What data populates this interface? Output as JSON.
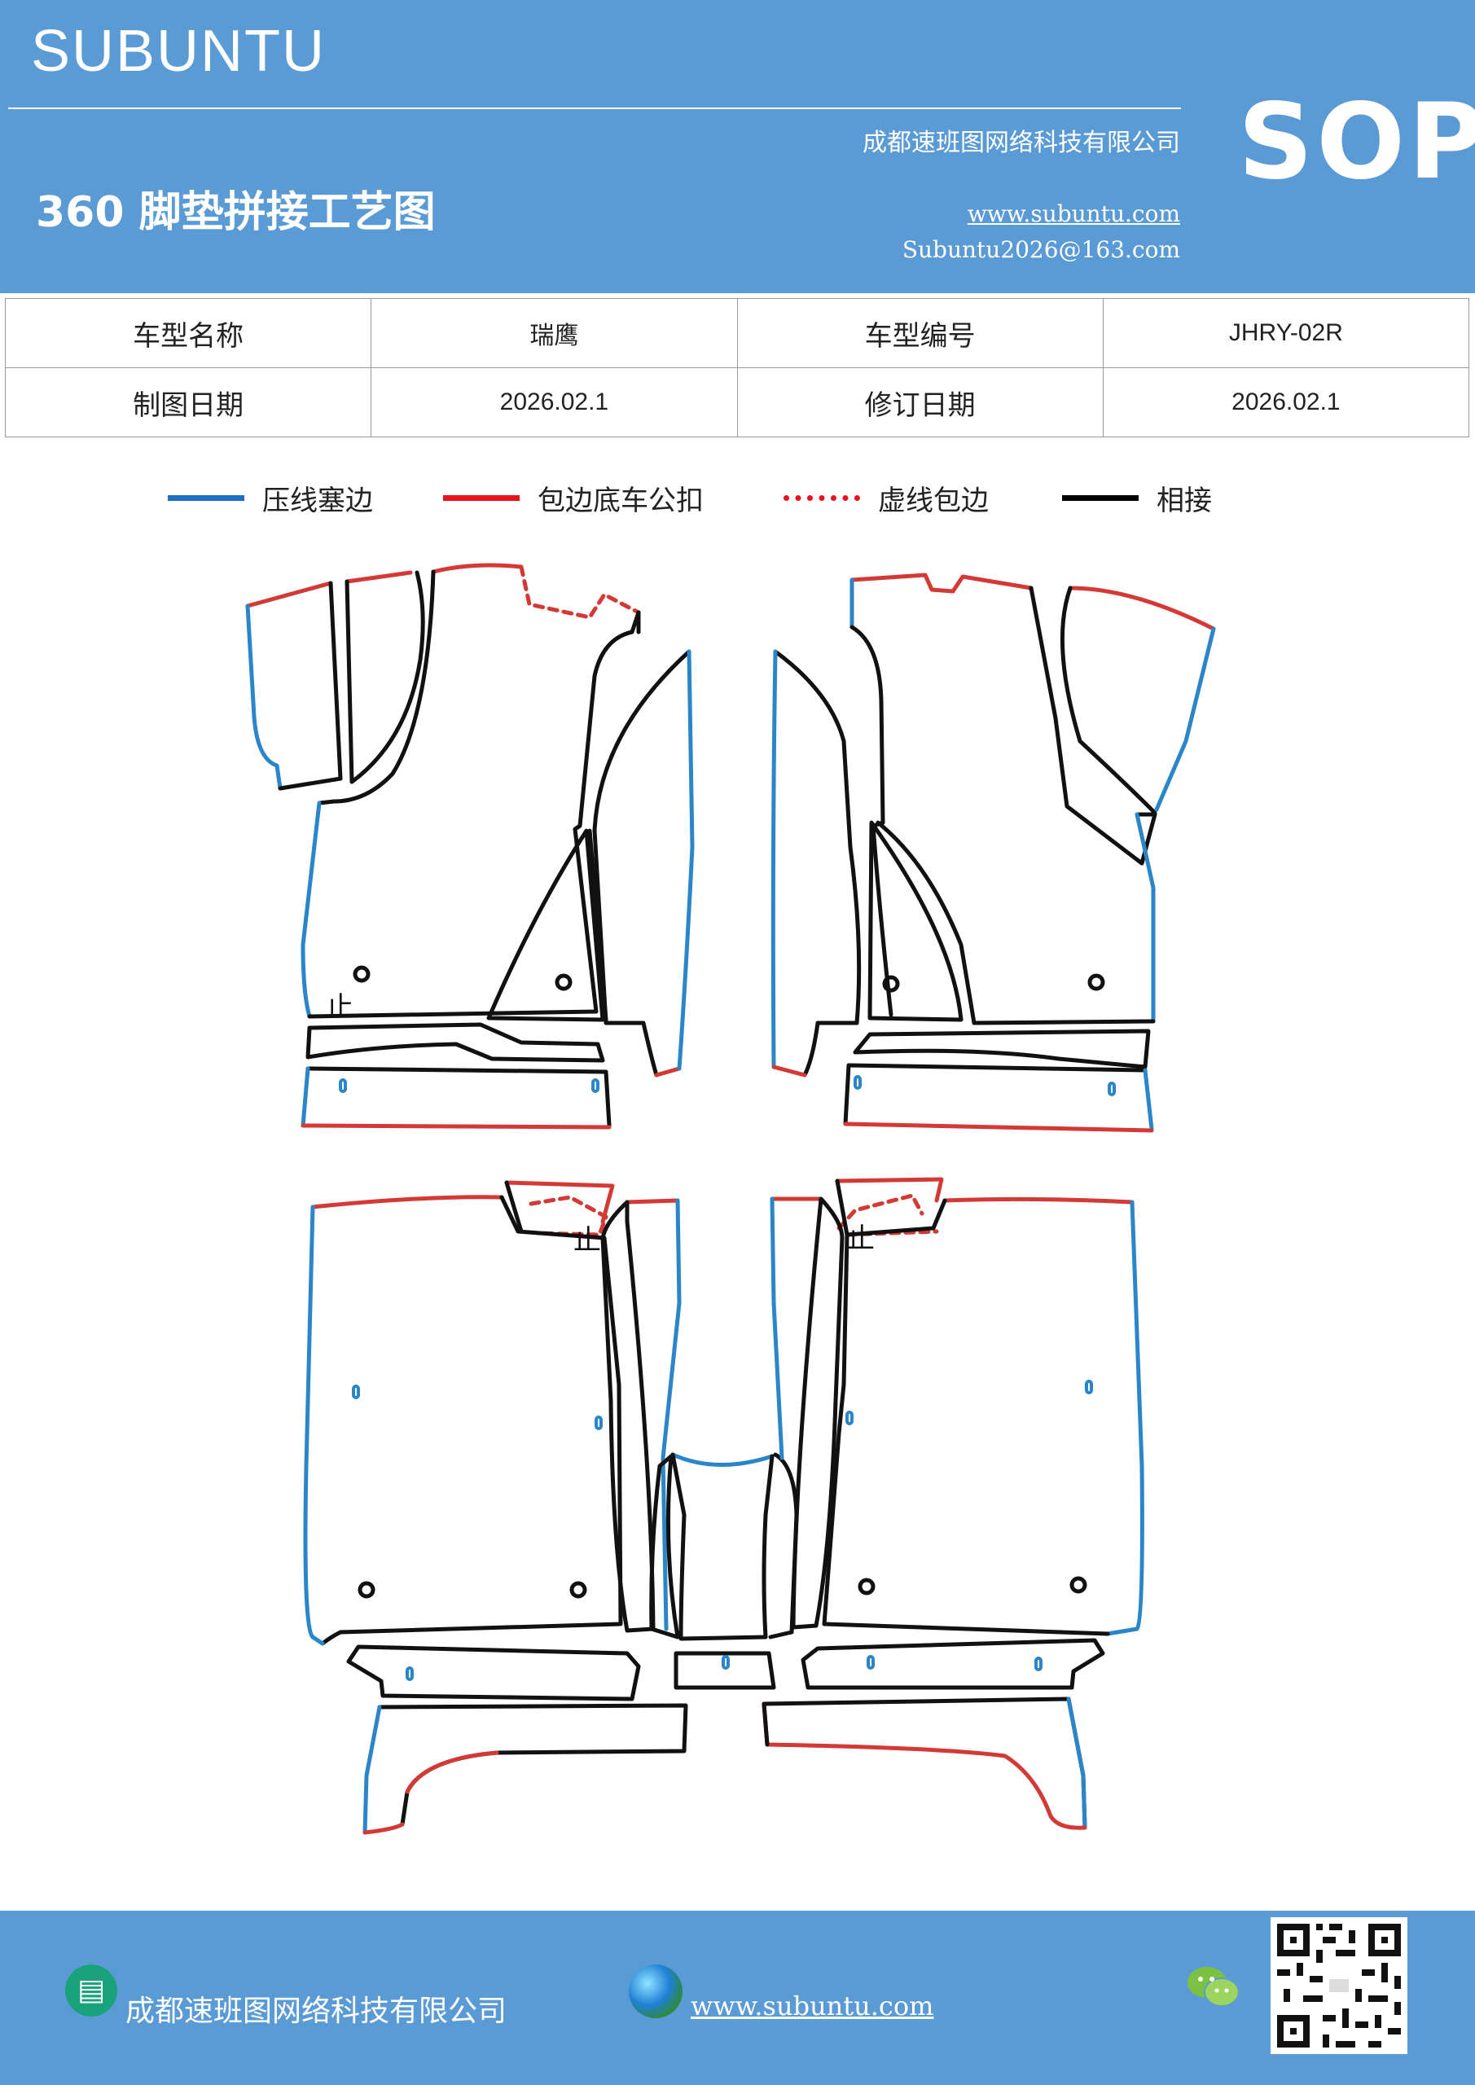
{
  "header": {
    "brand": "SUBUNTU",
    "company": "成都速班图网络科技有限公司",
    "badge": "SOP",
    "title": "360 脚垫拼接工艺图",
    "website": "www.subuntu.com",
    "email": "Subuntu2026@163.com"
  },
  "info": {
    "row1": [
      "车型名称",
      "瑞鹰",
      "车型编号",
      "JHRY-02R"
    ],
    "row2": [
      "制图日期",
      "2026.02.1",
      "修订日期",
      "2026.02.1"
    ]
  },
  "legend": [
    {
      "label": "压线塞边",
      "color": "#1e6fc4",
      "style": "solid"
    },
    {
      "label": "包边底车公扣",
      "color": "#e8141b",
      "style": "solid"
    },
    {
      "label": "虚线包边",
      "color": "#e8141b",
      "style": "dotted"
    },
    {
      "label": "相接",
      "color": "#000000",
      "style": "solid"
    }
  ],
  "colors": {
    "header_bg": "#5b9bd5",
    "blue_edge": "#2a86c9",
    "red_edge": "#d33a35",
    "black_edge": "#111111"
  },
  "footer": {
    "company": "成都速班图网络科技有限公司",
    "website": "www.subuntu.com ",
    "icons": [
      "building-icon",
      "globe-icon",
      "wechat-icon",
      "qr-code"
    ]
  }
}
